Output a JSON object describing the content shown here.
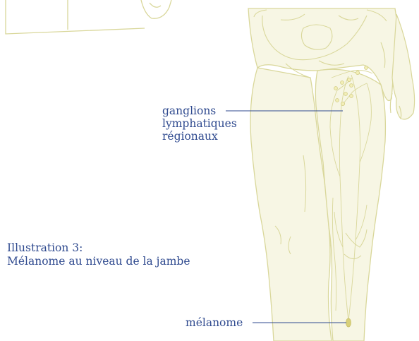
{
  "caption": {
    "line1": "Illustration 3:",
    "line2": "Mélanome au niveau de la jambe"
  },
  "labels": {
    "lymph_line1": "ganglions",
    "lymph_line2": "lymphatiques",
    "lymph_line3": "régionaux",
    "melanoma": "mélanome"
  },
  "colors": {
    "anatomy_line": "#d9d79a",
    "anatomy_fill": "#f7f6e4",
    "node_fill": "#f3efb8",
    "text": "#2f4a8f",
    "leader": "#2f4a8f"
  }
}
